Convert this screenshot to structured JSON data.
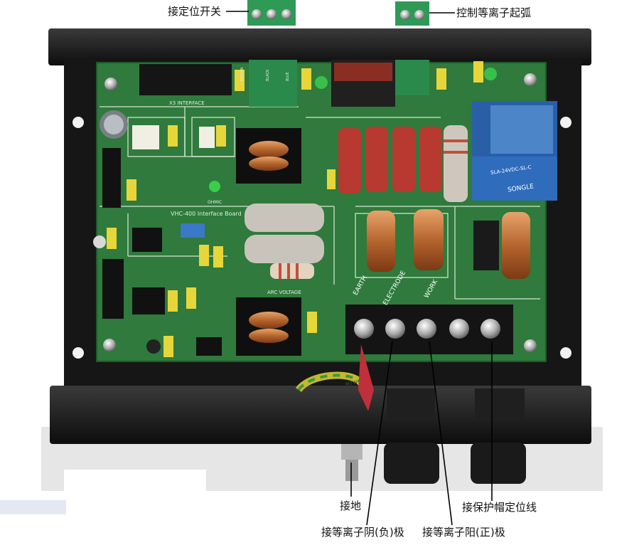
{
  "labels": {
    "top_left": "接定位开关",
    "top_right": "控制等离子起弧",
    "ground": "接地",
    "negative": "接等离子阴(负)极",
    "positive": "接等离子阳(正)极",
    "cap_wire": "接保护帽定位线"
  },
  "board_text": {
    "board_name": "VHC-400 Interface Board",
    "interface": "X3 INTERFACE",
    "arc_voltage": "ARC VOLTAGE",
    "terminals": [
      "EARTH",
      "ELECTRODE",
      "WORK"
    ],
    "ohmic": "OHMIC",
    "wire_colors": [
      "BROWN",
      "BLACK",
      "BLUE"
    ],
    "relay_brand": "SONGLE",
    "relay_model": "SLA-24VDC-SL-C",
    "cable_print": "MTW"
  },
  "colors": {
    "pcb": "#2f7a3c",
    "enclosure": "#1a1a1a",
    "relay": "#2a5fa8",
    "capacitor": "#b8392f"
  }
}
